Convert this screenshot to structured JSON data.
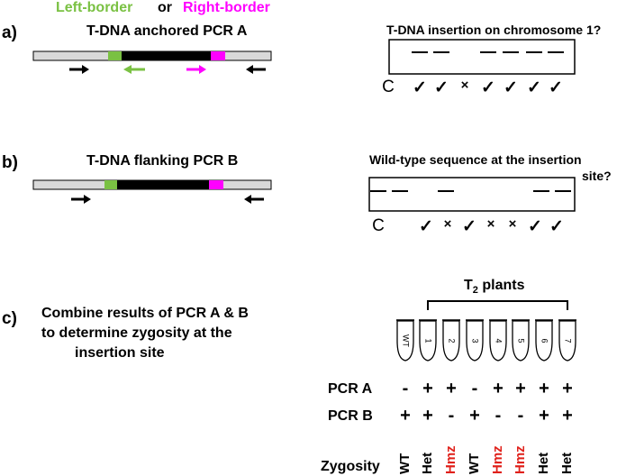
{
  "colors": {
    "left_border": "#7ac143",
    "right_border": "#ff00ff",
    "dna": "#d9d9d9",
    "tdna": "#000000",
    "hmz": "#e0211b"
  },
  "legend": {
    "left_border": "Left-border",
    "or": "or",
    "right_border": "Right-border"
  },
  "panel_a": {
    "label": "a)",
    "title": "T-DNA anchored PCR A",
    "question": "T-DNA insertion on chromosome 1?",
    "marks": [
      "C",
      "✓",
      "✓",
      "×",
      "✓",
      "✓",
      "✓",
      "✓"
    ],
    "bands": [
      false,
      true,
      true,
      false,
      true,
      true,
      true,
      true
    ]
  },
  "panel_b": {
    "label": "b)",
    "title": "T-DNA flanking PCR B",
    "question_line1": "Wild-type sequence at the insertion",
    "question_line2": "site?",
    "marks": [
      "C",
      "✓",
      "×",
      "✓",
      "×",
      "×",
      "✓",
      "✓"
    ],
    "bands": [
      true,
      true,
      false,
      true,
      false,
      false,
      true,
      true
    ]
  },
  "panel_c": {
    "label": "c)",
    "text_line1": "Combine results of PCR A & B",
    "text_line2": "to determine zygosity at the",
    "text_line3": "insertion site",
    "bracket_label": "T",
    "bracket_sub": "2",
    "bracket_suffix": " plants",
    "tubes": [
      "WT",
      "1",
      "2",
      "3",
      "4",
      "5",
      "6",
      "7"
    ],
    "pcr_a_label": "PCR A",
    "pcr_a": [
      "-",
      "+",
      "+",
      "-",
      "+",
      "+",
      "+",
      "+"
    ],
    "pcr_b_label": "PCR B",
    "pcr_b": [
      "+",
      "+",
      "-",
      "+",
      "-",
      "-",
      "+",
      "+"
    ],
    "zygosity_label": "Zygosity",
    "zygosity": [
      "WT",
      "Het",
      "Hmz",
      "WT",
      "Hmz",
      "Hmz",
      "Het",
      "Het"
    ]
  }
}
